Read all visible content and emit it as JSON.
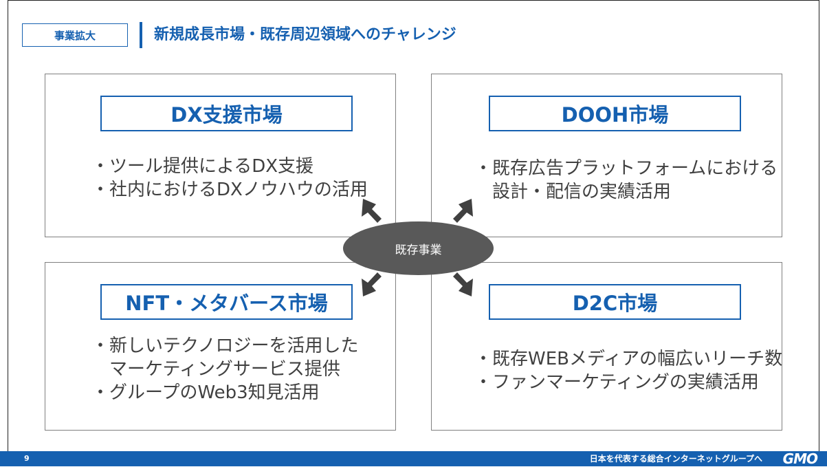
{
  "header": {
    "tag": "事業拡大",
    "title": "新規成長市場・既存周辺領域へのチャレンジ"
  },
  "quadrants": {
    "top_left": {
      "title": "DX支援市場",
      "lines": [
        "・ツール提供によるDX支援",
        "・社内におけるDXノウハウの活用"
      ]
    },
    "top_right": {
      "title": "DOOH市場",
      "lines": [
        "・既存広告プラットフォームにおける",
        "　設計・配信の実績活用"
      ]
    },
    "bottom_left": {
      "title": "NFT・メタバース市場",
      "lines": [
        "・新しいテクノロジーを活用した",
        "　マーケティングサービス提供",
        "・グループのWeb3知見活用"
      ]
    },
    "bottom_right": {
      "title": "D2C市場",
      "lines": [
        "・既存WEBメディアの幅広いリーチ数",
        "・ファンマーケティングの実績活用"
      ]
    }
  },
  "center": {
    "label": "既存事業"
  },
  "footer": {
    "page": "9",
    "tagline": "日本を代表する総合インターネットグループへ",
    "logo": "GMO"
  },
  "colors": {
    "accent": "#1560b0",
    "ellipse": "#595959",
    "arrow": "#404040"
  }
}
